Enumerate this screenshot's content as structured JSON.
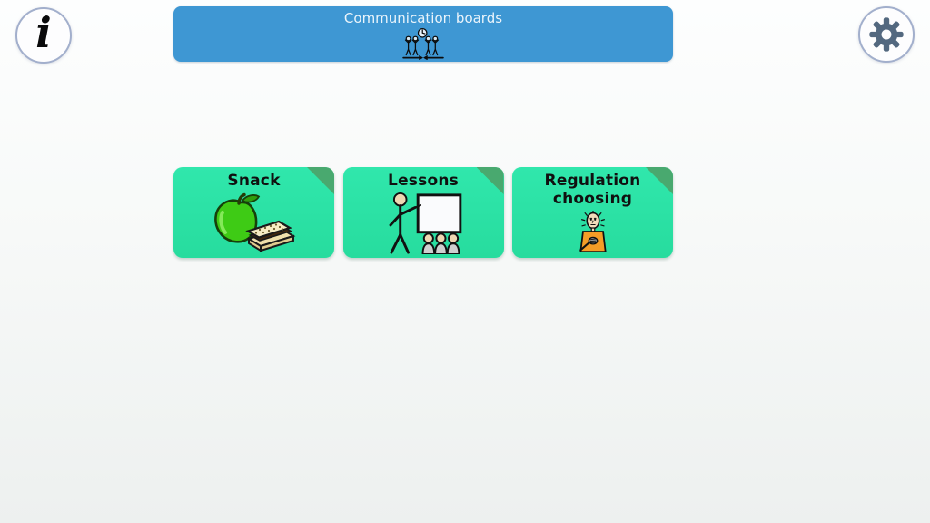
{
  "app": {
    "title": "Communication boards"
  },
  "colors": {
    "banner_background": "#3e97d3",
    "card_background": "#2be3a6",
    "card_fold": "#49a96f",
    "gear": "#53687f",
    "background_top": "#fdfefe",
    "background_bottom": "#edf0ef"
  },
  "header": {
    "info_button": {
      "glyph": "i",
      "icon": "info-icon"
    },
    "banner": {
      "title": "Communication boards",
      "icon": "meeting-icon"
    },
    "settings_button": {
      "icon": "gear-icon"
    }
  },
  "boards": [
    {
      "label": "Snack",
      "icon": "snack-icon"
    },
    {
      "label": "Lessons",
      "icon": "lessons-icon"
    },
    {
      "label": "Regulation choosing",
      "icon": "regulation-icon"
    }
  ]
}
